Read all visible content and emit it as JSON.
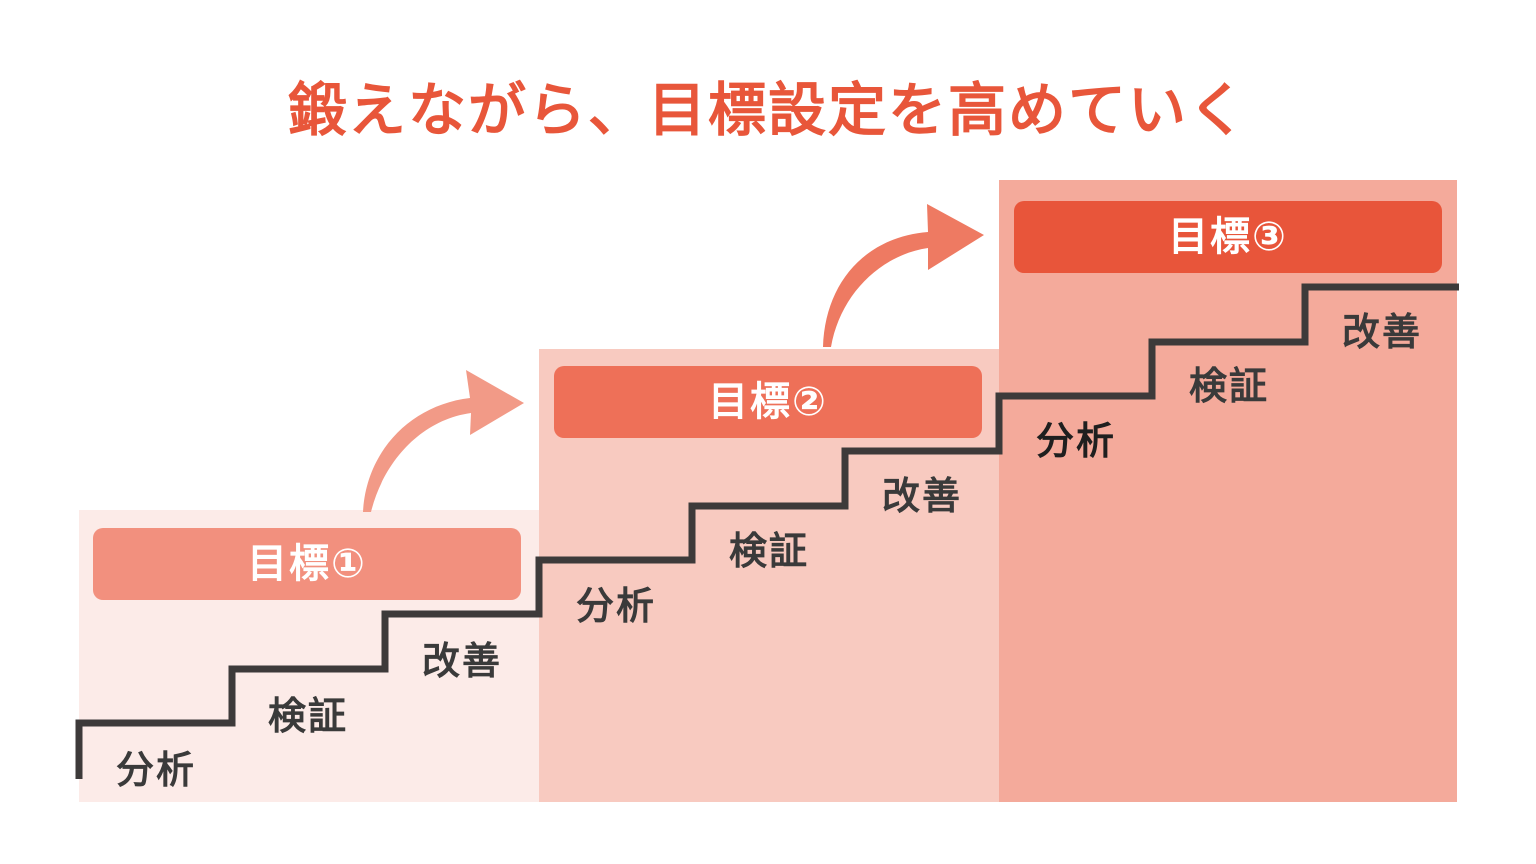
{
  "title": "鍛えながら、目標設定を高めていく",
  "colors": {
    "title": "#e8563a",
    "panel_1": "#fcebe8",
    "panel_2": "#f8cac0",
    "panel_3": "#f4aa9b",
    "goal_1": "#f2907e",
    "goal_2": "#ee7058",
    "goal_3": "#e8553a",
    "arrow_1": "#f29a87",
    "arrow_2": "#ee7a62",
    "staircase": "#3d3a3a"
  },
  "stages": [
    {
      "goal": "目標①",
      "steps": [
        "分析",
        "検証",
        "改善"
      ]
    },
    {
      "goal": "目標②",
      "steps": [
        "分析",
        "検証",
        "改善"
      ]
    },
    {
      "goal": "目標③",
      "steps": [
        "分析",
        "検証",
        "改善"
      ]
    }
  ],
  "icons": {
    "transition_arrow": "curved-up-right-arrow-icon"
  }
}
